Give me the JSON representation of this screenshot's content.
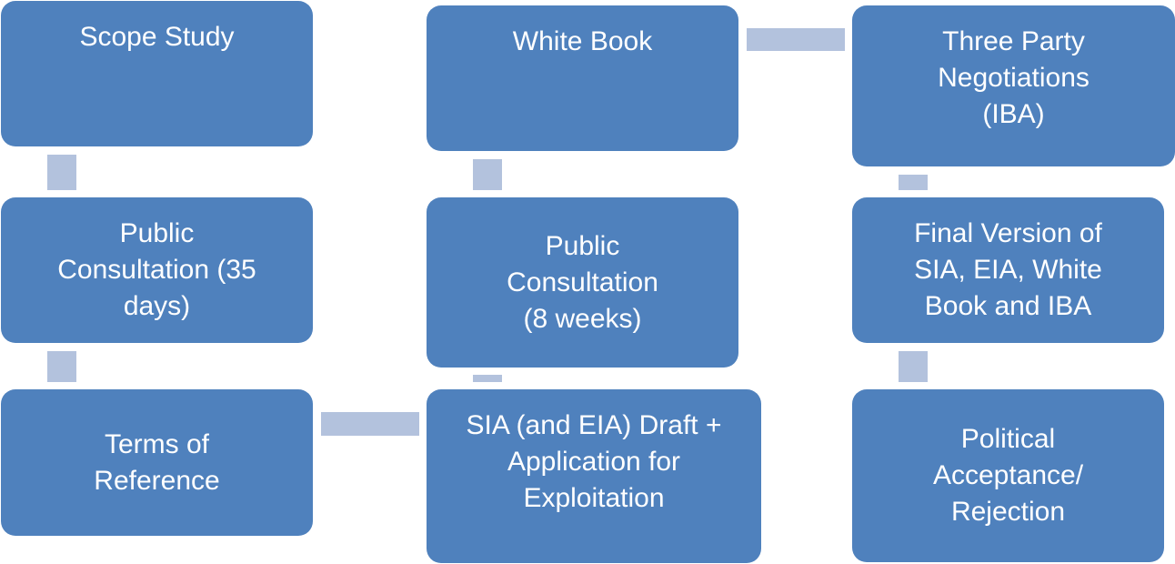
{
  "diagram": {
    "title": "",
    "colors": {
      "box_fill": "#4f81bd",
      "box_text": "#ffffff",
      "connector": "#b3c2dd",
      "background": "#ffffff"
    },
    "nodes": [
      {
        "id": "scope-study",
        "label": "Scope Study"
      },
      {
        "id": "public-consultation-35",
        "label": "Public\nConsultation (35\ndays)"
      },
      {
        "id": "terms-of-reference",
        "label": "Terms of\nReference"
      },
      {
        "id": "sia-draft",
        "label": "SIA (and EIA) Draft +\nApplication for\nExploitation"
      },
      {
        "id": "public-consultation-8w",
        "label": "Public\nConsultation\n(8 weeks)"
      },
      {
        "id": "white-book",
        "label": "White Book"
      },
      {
        "id": "three-party",
        "label": "Three Party\nNegotiations\n(IBA)"
      },
      {
        "id": "final-version",
        "label": "Final Version of\nSIA, EIA, White\nBook and IBA"
      },
      {
        "id": "political",
        "label": "Political\nAcceptance/\nRejection"
      }
    ],
    "edges": [
      [
        "scope-study",
        "public-consultation-35"
      ],
      [
        "public-consultation-35",
        "terms-of-reference"
      ],
      [
        "terms-of-reference",
        "sia-draft"
      ],
      [
        "sia-draft",
        "public-consultation-8w"
      ],
      [
        "public-consultation-8w",
        "white-book"
      ],
      [
        "white-book",
        "three-party"
      ],
      [
        "three-party",
        "final-version"
      ],
      [
        "final-version",
        "political"
      ]
    ]
  }
}
